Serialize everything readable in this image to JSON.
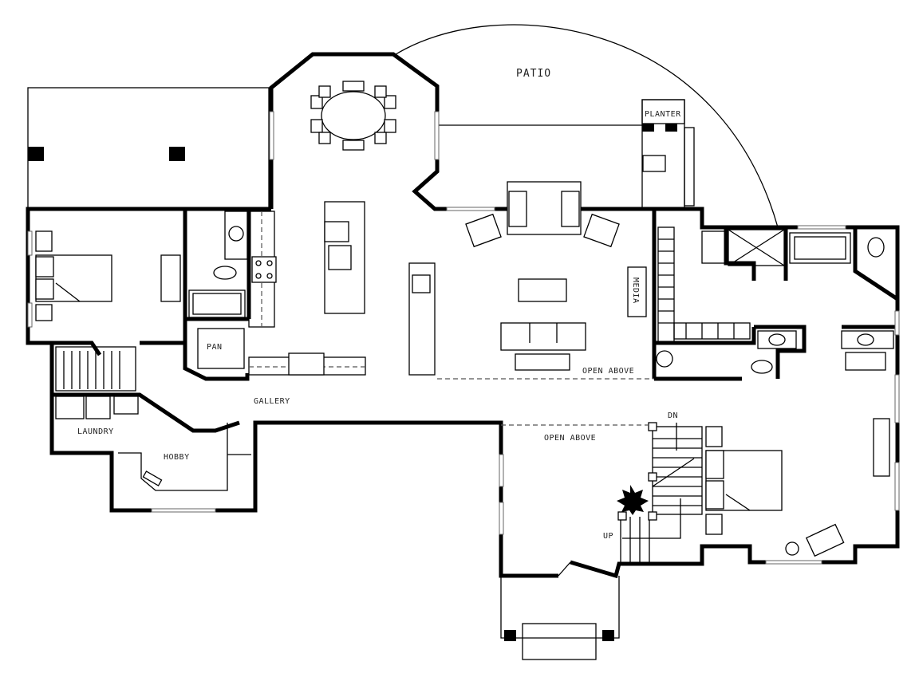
{
  "drawing": {
    "type": "floor-plan",
    "colors": {
      "wall": "#000000",
      "line": "#000000",
      "background": "#ffffff",
      "dashed": "#555555"
    },
    "labels": {
      "patio": "PATIO",
      "planter": "PLANTER",
      "media": "MEDIA",
      "open_above_1": "OPEN ABOVE",
      "open_above_2": "OPEN ABOVE",
      "pan": "PAN",
      "gallery": "GALLERY",
      "laundry": "LAUNDRY",
      "hobby": "HOBBY",
      "dn": "DN",
      "up": "UP"
    }
  }
}
